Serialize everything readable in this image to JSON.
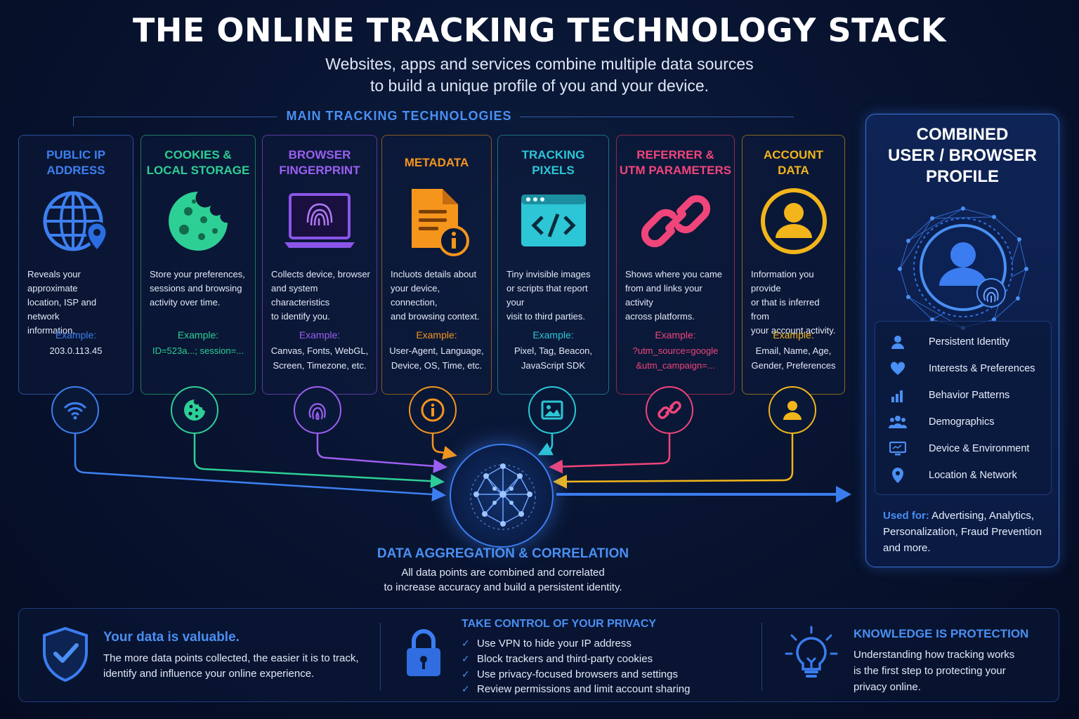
{
  "header": {
    "title": "THE ONLINE TRACKING TECHNOLOGY STACK",
    "subtitle_line1": "Websites, apps and services combine multiple data sources",
    "subtitle_line2": "to build a unique profile of you and your device."
  },
  "section_title": "MAIN TRACKING TECHNOLOGIES",
  "colors": {
    "ip": "#3d7ff0",
    "cookies": "#2ecf95",
    "fingerprint": "#9b5ff0",
    "metadata": "#f5951c",
    "pixels": "#2cc6d6",
    "referrer": "#f0457a",
    "account": "#f2b51b",
    "accent": "#4a8ff2"
  },
  "cards": [
    {
      "title_line1": "PUBLIC IP",
      "title_line2": "ADDRESS",
      "icon": "globe-location-icon",
      "node_icon": "wifi-icon",
      "desc": [
        "Reveals your approximate",
        "location, ISP and network",
        "information."
      ],
      "example_label": "Example:",
      "example": [
        "203.0.113.45"
      ]
    },
    {
      "title_line1": "COOKIES &",
      "title_line2": "LOCAL STORAGE",
      "icon": "cookie-icon",
      "node_icon": "cookie-icon",
      "desc": [
        "Store your preferences,",
        "sessions and browsing",
        "activity over time."
      ],
      "example_label": "Example:",
      "example": [
        "ID=523a...; session=..."
      ]
    },
    {
      "title_line1": "BROWSER",
      "title_line2": "FINGERPRINT",
      "icon": "laptop-fingerprint-icon",
      "node_icon": "fingerprint-icon",
      "desc": [
        "Collects device, browser",
        "and system characteristics",
        "to identify you."
      ],
      "example_label": "Example:",
      "example": [
        "Canvas, Fonts, WebGL,",
        "Screen, Timezone, etc."
      ]
    },
    {
      "title_line1": "METADATA",
      "title_line2": "",
      "icon": "document-info-icon",
      "node_icon": "info-icon",
      "desc": [
        "Incluots details about",
        "your device, connection,",
        "and browsing context."
      ],
      "example_label": "Example:",
      "example": [
        "User-Agent, Language,",
        "Device, OS, Time, etc."
      ]
    },
    {
      "title_line1": "TRACKING",
      "title_line2": "PIXELS",
      "icon": "code-window-icon",
      "node_icon": "image-icon",
      "desc": [
        "Tiny invisible images",
        "or scripts that report your",
        "visit to third parties."
      ],
      "example_label": "Example:",
      "example": [
        "Pixel, Tag, Beacon,",
        "JavaScript SDK"
      ]
    },
    {
      "title_line1": "REFERRER &",
      "title_line2": "UTM PARAMETERS",
      "icon": "chain-link-icon",
      "node_icon": "link-icon",
      "desc": [
        "Shows where you came",
        "from and links your activity",
        "across platforms."
      ],
      "example_label": "Example:",
      "example": [
        "?utm_source=google",
        "&utm_campaign=..."
      ]
    },
    {
      "title_line1": "ACCOUNT",
      "title_line2": "DATA",
      "icon": "user-circle-icon",
      "node_icon": "user-icon",
      "desc": [
        "Information you provide",
        "or that is inferred from",
        "your account activity."
      ],
      "example_label": "Example:",
      "example": [
        "Email, Name, Age,",
        "Gender, Preferences"
      ]
    }
  ],
  "hub": {
    "title": "DATA AGGREGATION & CORRELATION",
    "desc_line1": "All data points are combined and correlated",
    "desc_line2": "to increase accuracy and build a persistent identity."
  },
  "profile": {
    "title_line1": "COMBINED",
    "title_line2": "USER / BROWSER",
    "title_line3": "PROFILE",
    "items": [
      {
        "label": "Persistent Identity",
        "icon": "person-icon"
      },
      {
        "label": "Interests & Preferences",
        "icon": "heart-icon"
      },
      {
        "label": "Behavior Patterns",
        "icon": "bar-chart-icon"
      },
      {
        "label": "Demographics",
        "icon": "group-icon"
      },
      {
        "label": "Device & Environment",
        "icon": "monitor-icon"
      },
      {
        "label": "Location & Network",
        "icon": "location-pin-icon"
      }
    ],
    "used_for_label": "Used for:",
    "used_for_line1": " Advertising, Analytics,",
    "used_for_line2": "Personalization, Fraud Prevention",
    "used_for_line3": "and more."
  },
  "bottom": {
    "valuable": {
      "heading": "Your data is valuable.",
      "line1": "The more data points collected, the easier it is to track,",
      "line2": "identify and influence your online experience."
    },
    "control": {
      "heading": "TAKE CONTROL OF YOUR PRIVACY",
      "tips": [
        "Use VPN to hide your IP address",
        "Block trackers and third-party cookies",
        "Use privacy-focused browsers and settings",
        "Review permissions and limit account sharing"
      ]
    },
    "knowledge": {
      "heading": "KNOWLEDGE IS PROTECTION",
      "line1": "Understanding how tracking works",
      "line2": "is the first step to protecting your",
      "line3": "privacy online."
    }
  }
}
